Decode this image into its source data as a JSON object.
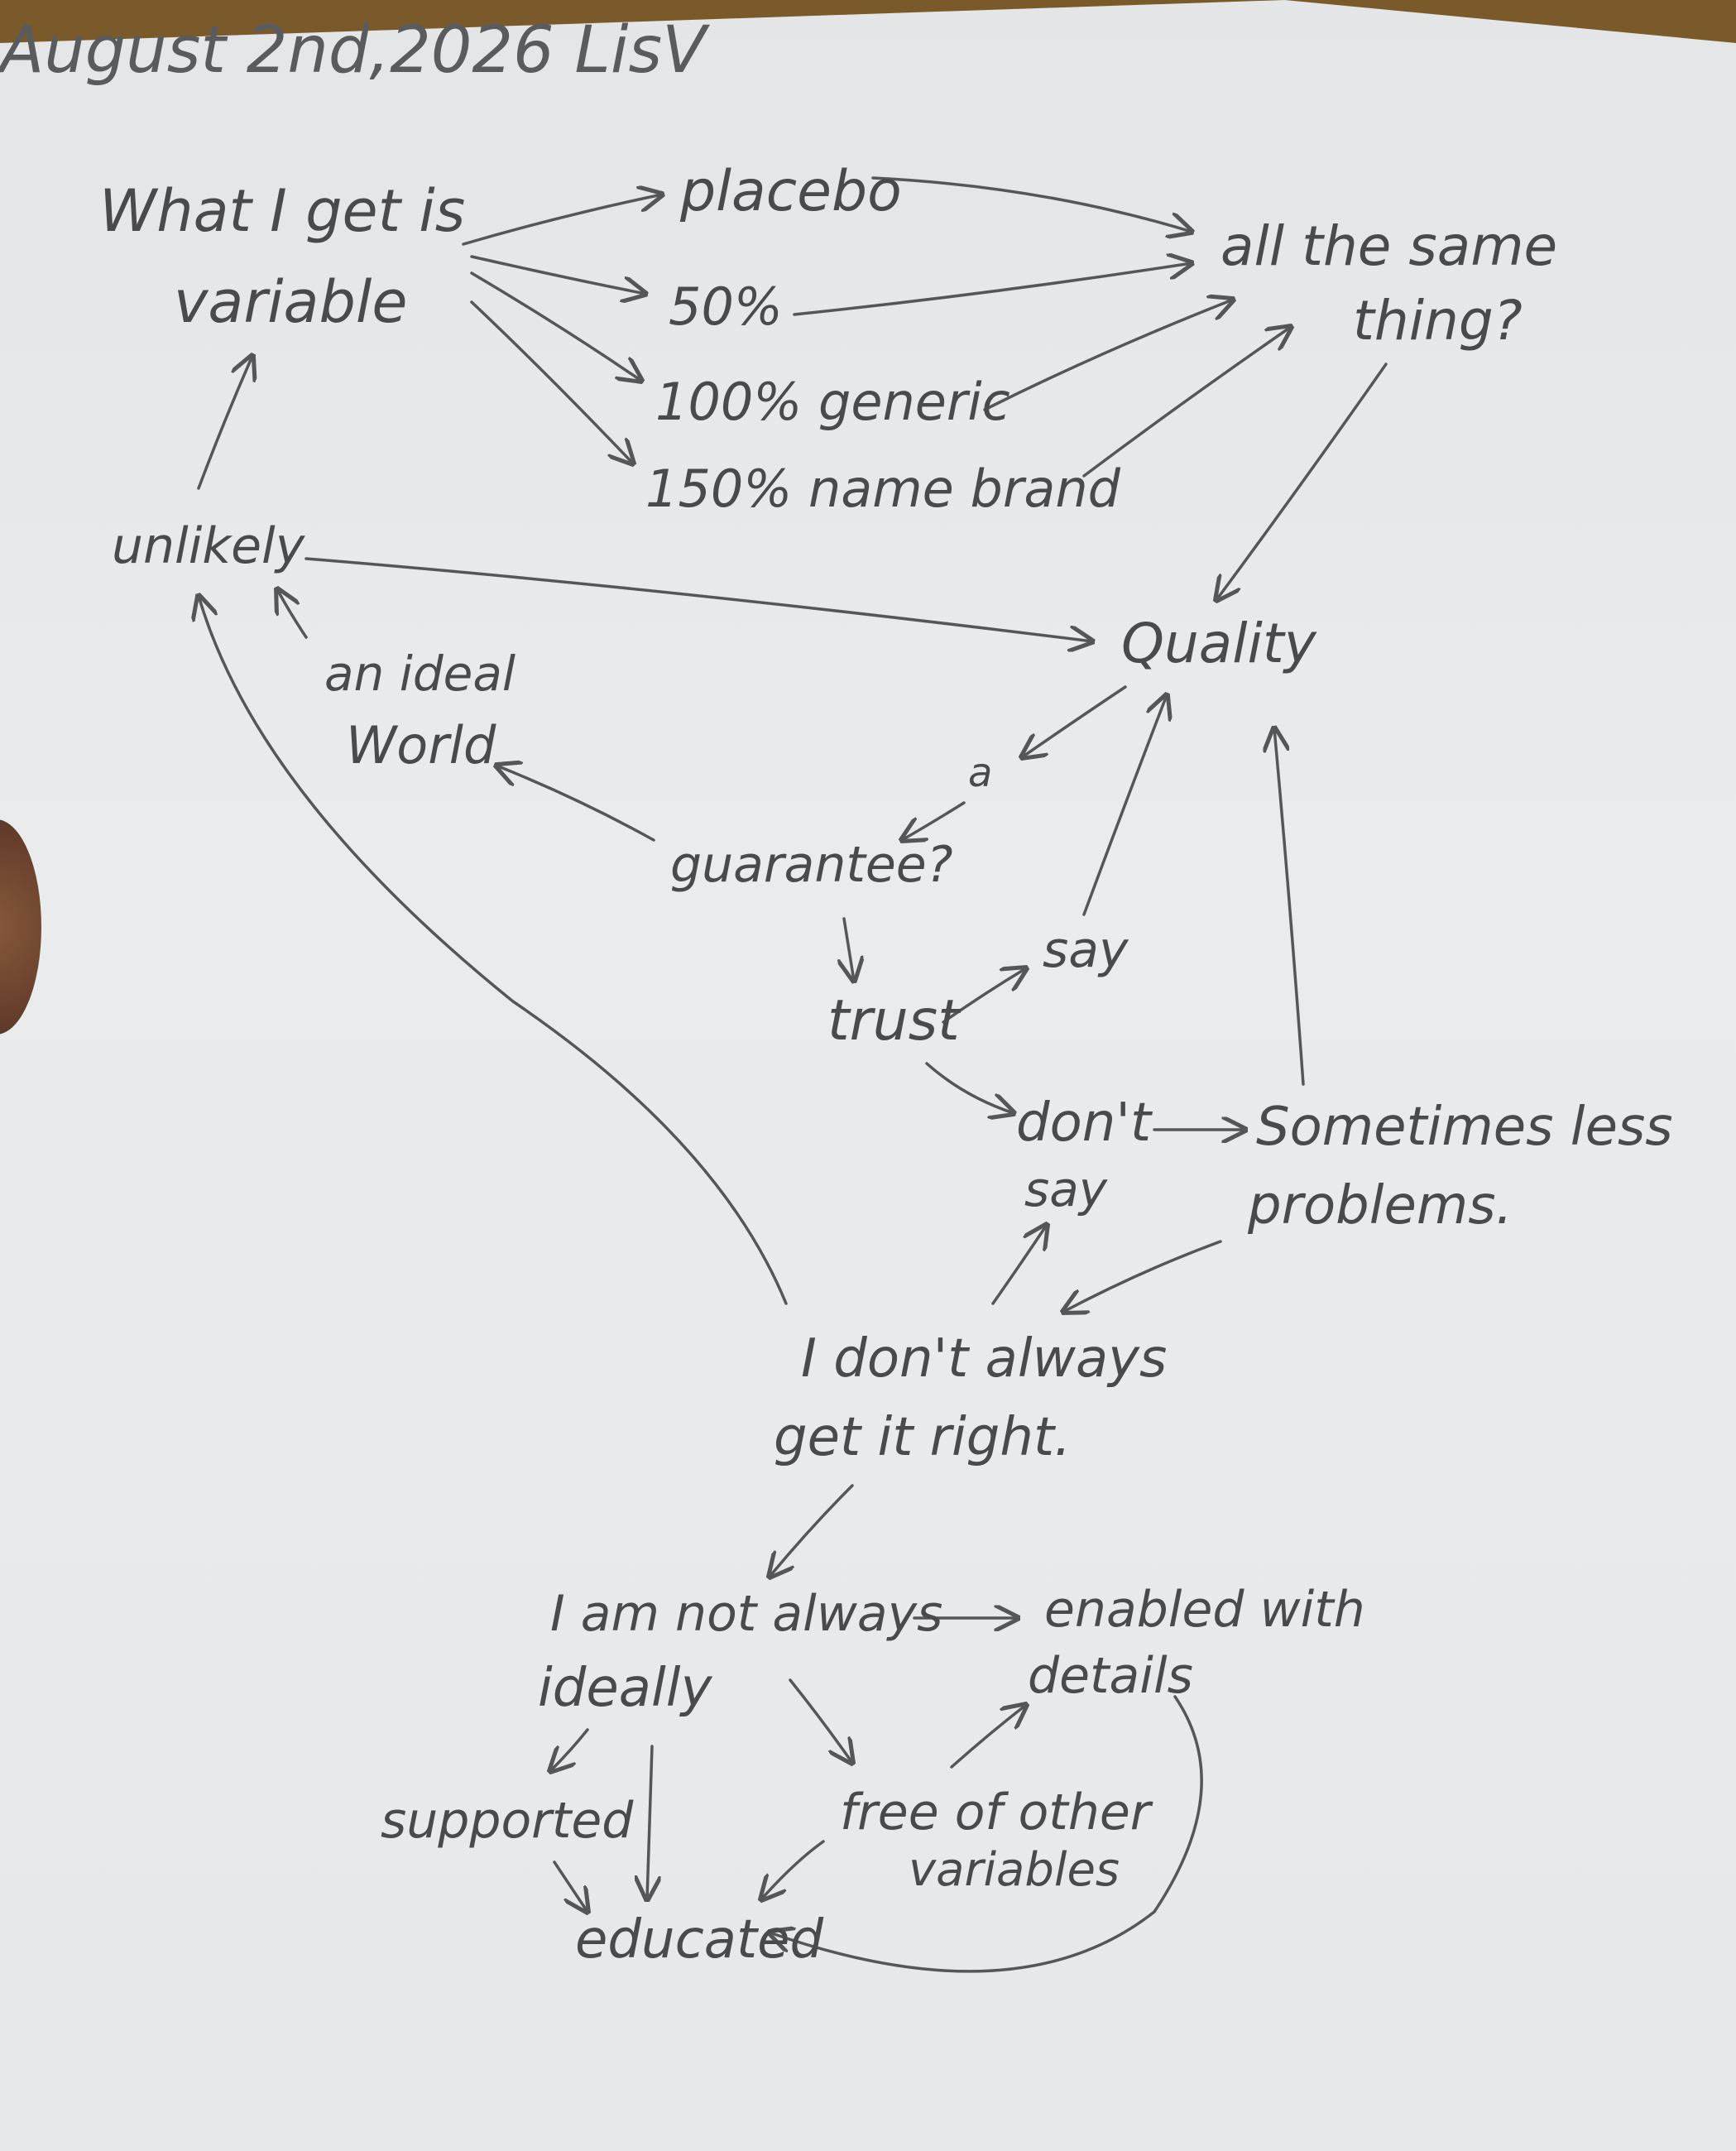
{
  "diagram": {
    "header": "August 2nd,2026 LisV",
    "nodes": {
      "what_i_get_line1": "What I get is",
      "what_i_get_line2": "variable",
      "placebo": "placebo",
      "fifty": "50%",
      "hundred_generic": "100% generic",
      "hundred_fifty_brand": "150% name brand",
      "all_same_line1": "all the same",
      "all_same_line2": "thing?",
      "unlikely": "unlikely",
      "ideal_line1": "an ideal",
      "ideal_line2": "World",
      "quality": "Quality",
      "a": "a",
      "guarantee": "guarantee?",
      "trust": "trust",
      "say": "say",
      "dont_say_line1": "don't",
      "dont_say_line2": "say",
      "sometimes_line1": "Sometimes less",
      "sometimes_line2": "problems.",
      "dont_always_line1": "I don't always",
      "dont_always_line2": "get it right.",
      "not_always_line1": "I am not always",
      "not_always_line2": "ideally",
      "enabled_line1": "enabled with",
      "enabled_line2": "details",
      "supported": "supported",
      "free_line1": "free of other",
      "free_line2": "variables",
      "educated": "educated"
    }
  },
  "colors": {
    "ink": "#4a4a4c",
    "paper": "#e6e8ea"
  }
}
